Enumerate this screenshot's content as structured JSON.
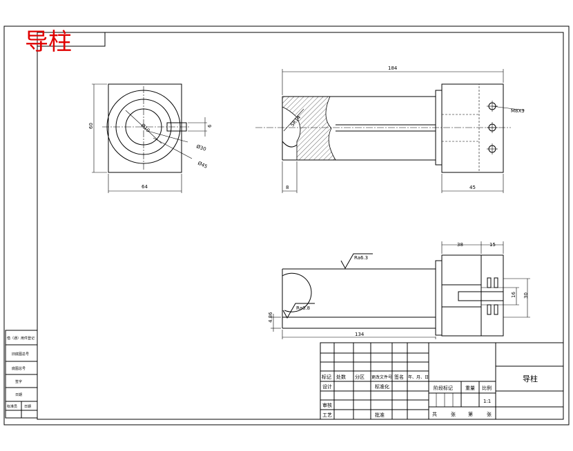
{
  "stamp": {
    "text": "导柱"
  },
  "dimensions": {
    "width_64": "64",
    "height_60": "60",
    "key_6": "6",
    "dia_10": "Ø10",
    "dia_30": "Ø30",
    "dia_45": "Ø45",
    "length_184": "184",
    "radius_14": "SR14",
    "offset_8": "8",
    "tail_45": "45",
    "hole_m8": "M8X3",
    "len_38": "38",
    "len_15": "15",
    "len_134": "134",
    "slot_16": "16",
    "width_30": "30",
    "step_4_86": "4.86",
    "rough_top": "Ra6.3",
    "rough_side": "Ra0.8"
  },
  "left_block": {
    "row1": "借（通）用件登记",
    "row2": "旧底图总号",
    "row3": "底图总号",
    "row4": "签字",
    "row5": "日期",
    "row6a": "标准员",
    "row6b": "日期"
  },
  "title_block": {
    "hdr_mark": "标记",
    "hdr_count": "处数",
    "hdr_zone": "分区",
    "hdr_docno": "更改文件号",
    "hdr_sign": "签名",
    "hdr_date": "年、月、日",
    "design": "设计",
    "standardize": "标准化",
    "review": "审核",
    "process": "工艺",
    "approve": "批准",
    "stage_mark": "阶段标记",
    "weight": "重量",
    "scale": "比例",
    "scale_value": "1:1",
    "total": "共",
    "sheets": "张",
    "sheet_no": "第",
    "sheet": "张",
    "part_name": "导柱"
  }
}
